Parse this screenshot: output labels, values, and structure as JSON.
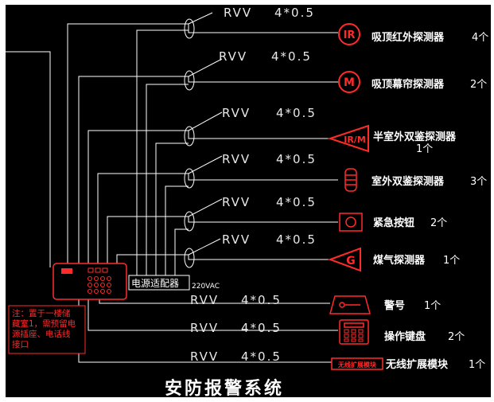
{
  "title": "安防报警系统",
  "cable_label": "RVV",
  "cable_spec": "4*0.5",
  "power_adapter": {
    "label": "电源适配器",
    "voltage": "220VAC"
  },
  "note": {
    "lines": [
      "注：置于一楼储",
      "藏室1，需预留电",
      "源插座、电话线",
      "接口"
    ]
  },
  "devices": [
    {
      "icon_text": "IR",
      "name": "吸顶红外探测器",
      "count": "4个"
    },
    {
      "icon_text": "M",
      "name": "吸顶幕帘探测器",
      "count": "2个"
    },
    {
      "icon_text": "IR/M",
      "name": "半室外双鉴探测器",
      "count": "1个"
    },
    {
      "icon_text": "",
      "name": "室外双鉴探测器",
      "count": "3个"
    },
    {
      "icon_text": "",
      "name": "紧急按钮",
      "count": "2个"
    },
    {
      "icon_text": "G",
      "name": "煤气探测器",
      "count": "1个"
    },
    {
      "icon_text": "",
      "name": "警号",
      "count": "1个"
    },
    {
      "icon_text": "",
      "name": "操作键盘",
      "count": "2个"
    },
    {
      "icon_text": "无线扩展模块",
      "name": "无线扩展模块",
      "count": "1个"
    }
  ],
  "colors": {
    "background": "#000000",
    "wire": "#ffffff",
    "device": "#ff2a2a"
  }
}
